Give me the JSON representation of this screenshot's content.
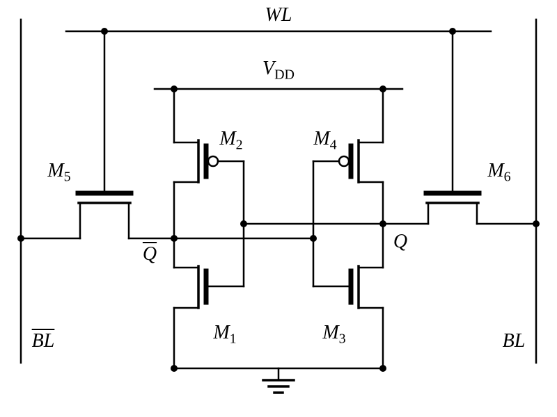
{
  "diagram": {
    "kind": "circuit-schematic",
    "background": "#ffffff",
    "line_color": "#000000"
  },
  "labels": {
    "wl": "WL",
    "vdd": {
      "base": "V",
      "sub": "DD"
    },
    "m1": {
      "base": "M",
      "sub": "1"
    },
    "m2": {
      "base": "M",
      "sub": "2"
    },
    "m3": {
      "base": "M",
      "sub": "3"
    },
    "m4": {
      "base": "M",
      "sub": "4"
    },
    "m5": {
      "base": "M",
      "sub": "5"
    },
    "m6": {
      "base": "M",
      "sub": "6"
    },
    "q": "Q",
    "q_bar": {
      "text": "Q",
      "overline": true
    },
    "bl": "BL",
    "bl_bar": {
      "text": "BL",
      "overline": true
    }
  },
  "components": {
    "transistors": [
      {
        "name": "M1",
        "type": "nmos"
      },
      {
        "name": "M2",
        "type": "pmos"
      },
      {
        "name": "M3",
        "type": "nmos"
      },
      {
        "name": "M4",
        "type": "pmos"
      },
      {
        "name": "M5",
        "type": "nmos-access"
      },
      {
        "name": "M6",
        "type": "nmos-access"
      }
    ],
    "nets": [
      "WL",
      "VDD",
      "GND",
      "Q",
      "Q_bar",
      "BL",
      "BL_bar"
    ]
  }
}
